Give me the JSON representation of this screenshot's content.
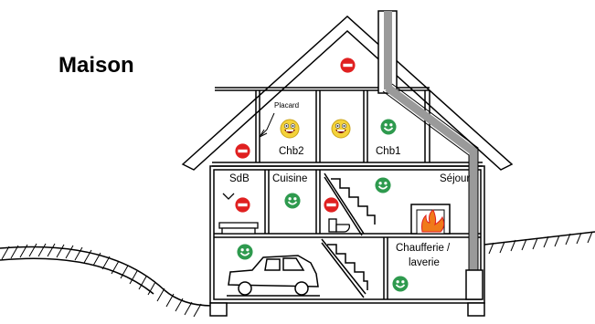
{
  "title": "Maison",
  "rooms": {
    "placard": "Placard",
    "chb2": "Chb2",
    "chb1": "Chb1",
    "sdb": "SdB",
    "cuisine": "Cuisine",
    "sejour": "Séjour",
    "chaufferie_line1": "Chaufferie /",
    "chaufferie_line2": "laverie"
  },
  "status_icons": {
    "attic": "no-entry",
    "placard": "no-entry",
    "chb2": "grinning-yellow",
    "chb2_right": "grinning-yellow",
    "chb1": "smiling-green",
    "sdb": "no-entry",
    "cuisine": "smiling-green",
    "stair_room": "no-entry",
    "stair_room_right": "smiling-green",
    "garage": "smiling-green",
    "chaufferie": "smiling-green"
  },
  "colors": {
    "no_entry_red": "#e02020",
    "happy_green": "#2e9a4e",
    "grin_yellow": "#f4d23a",
    "chimney_grey": "#9a9a9a",
    "fire_orange": "#f07a1a"
  }
}
